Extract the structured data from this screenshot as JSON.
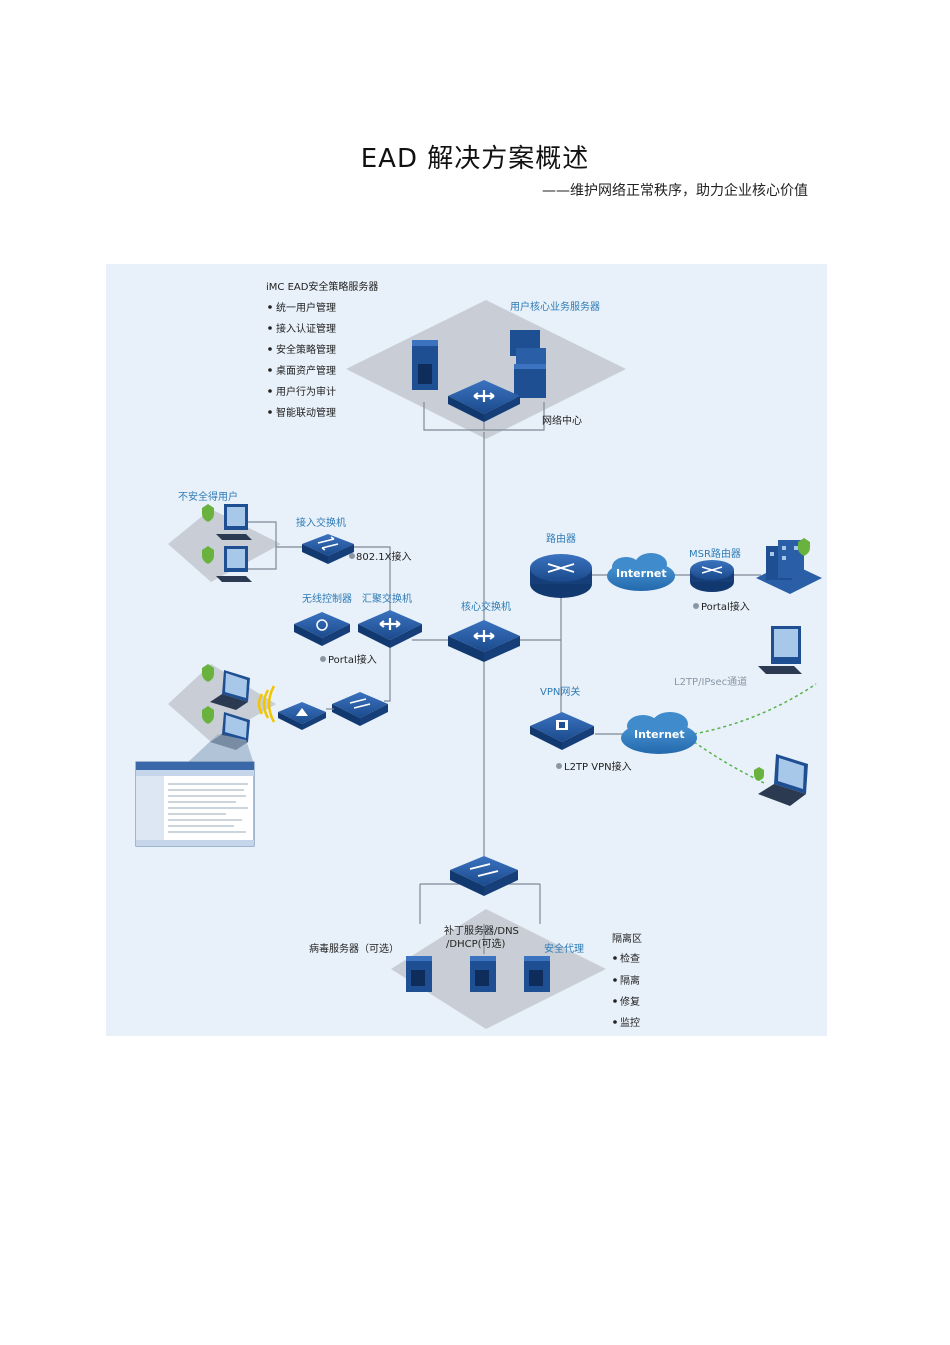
{
  "page": {
    "title": "EAD 解决方案概述",
    "subtitle": "——维护网络正常秩序，助力企业核心价值"
  },
  "diagram": {
    "imc_title": "iMC EAD安全策略服务器",
    "imc_features": [
      "统一用户管理",
      "接入认证管理",
      "安全策略管理",
      "桌面资产管理",
      "用户行为审计",
      "智能联动管理"
    ],
    "core_servers_label": "用户核心业务服务器",
    "network_center_label": "网络中心",
    "unsafe_users_label": "不安全得用户",
    "access_switch_label": "接入交换机",
    "dot1x_label": "802.1X接入",
    "wireless_controller_label": "无线控制器",
    "aggregation_switch_label": "汇聚交换机",
    "portal_access_label": "Portal接入",
    "core_switch_label": "核心交换机",
    "router_label": "路由器",
    "internet_label": "Internet",
    "msr_router_label": "MSR路由器",
    "msr_portal_label": "Portal接入",
    "vpn_gateway_label": "VPN网关",
    "l2tp_ipsec_label": "L2TP/IPsec通道",
    "l2tp_vpn_label": "L2TP VPN接入",
    "antivirus_label": "病毒服务器（可选）",
    "patch_server_label_1": "补丁服务器/DNS",
    "patch_server_label_2": "/DHCP(可选)",
    "security_proxy_label": "安全代理",
    "quarantine_title": "隔离区",
    "quarantine_items": [
      "检查",
      "隔离",
      "修复",
      "监控"
    ]
  },
  "colors": {
    "background": "#e8f1fa",
    "platform": "#c9ced6",
    "device_blue": "#1f4f93",
    "cloud_blue": "#2f7fc0",
    "label_blue": "#2e7bb5",
    "line": "#7f8a96",
    "dashed_green": "#55b34a",
    "shield_green": "#6ab23e"
  },
  "icons": [
    "server-icon",
    "core-switch-icon",
    "router-icon",
    "switch-icon",
    "cloud-icon",
    "laptop-icon",
    "desktop-icon",
    "shield-icon",
    "wireless-ap-icon",
    "vpn-gateway-icon",
    "building-icon"
  ]
}
